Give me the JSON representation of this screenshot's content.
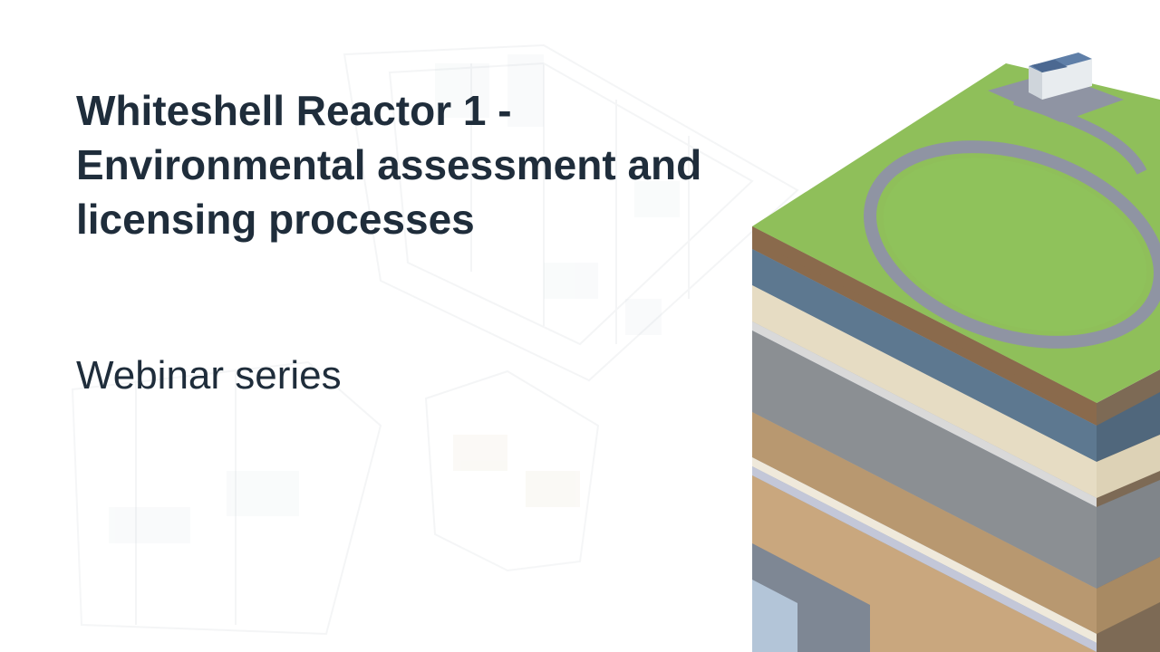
{
  "slide": {
    "title_lines": [
      "Whiteshell Reactor 1 -",
      "Environmental assessment and",
      "licensing processes"
    ],
    "subtitle": "Webinar series"
  },
  "colors": {
    "text": "#1f2d3b",
    "grass": "#8fbf5a",
    "road": "#8f94a3",
    "building_roof": "#5f7fa8"
  },
  "illustration": {
    "foreground": "isometric-soil-layer-block",
    "background": "faded-isometric-office-floorplan"
  }
}
